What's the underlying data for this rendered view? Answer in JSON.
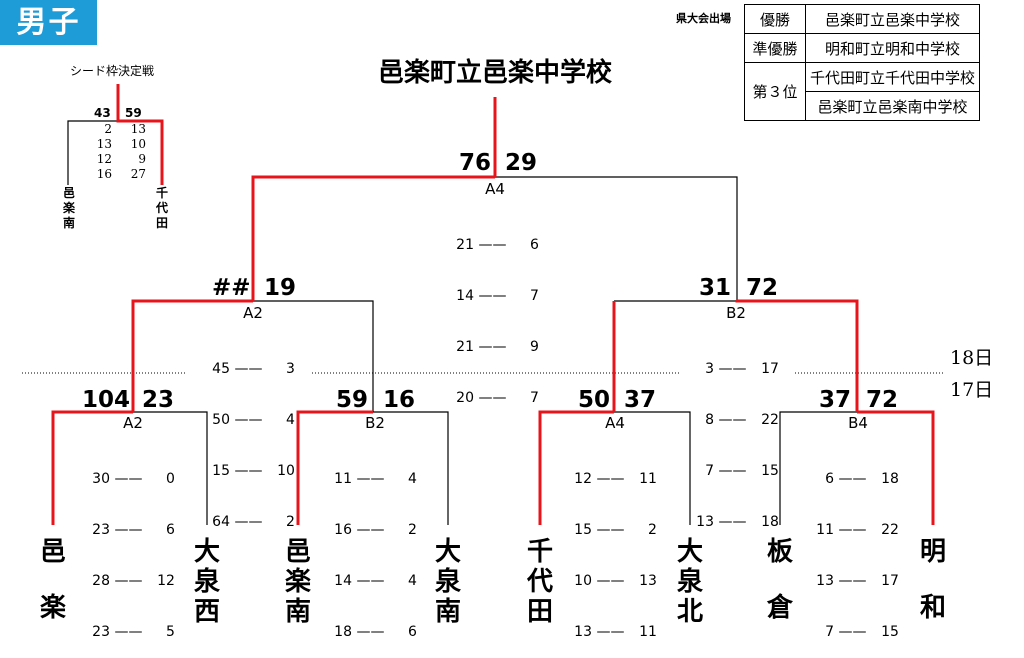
{
  "heading": "男子",
  "champion": "邑楽町立邑楽中学校",
  "days": {
    "upper": "18日",
    "lower": "17日"
  },
  "seed": {
    "title": "シード枠決定戦",
    "score_left": "43",
    "score_right": "59",
    "rows": [
      [
        "2",
        "13"
      ],
      [
        "13",
        "10"
      ],
      [
        "12",
        "9"
      ],
      [
        "16",
        "27"
      ]
    ],
    "team_left": [
      "邑",
      "楽",
      "南"
    ],
    "team_right": [
      "千",
      "代",
      "田"
    ]
  },
  "results": {
    "title": "県大会出場",
    "rows": [
      {
        "label": "優勝",
        "school": "邑楽町立邑楽中学校"
      },
      {
        "label": "準優勝",
        "school": "明和町立明和中学校"
      },
      {
        "label": "第３位",
        "school": "千代田町立千代田中学校"
      },
      {
        "label": "",
        "school": "邑楽町立邑楽南中学校"
      }
    ]
  },
  "final": {
    "score_left": "76",
    "score_right": "29",
    "court": "A4",
    "rows": [
      [
        "21",
        "6"
      ],
      [
        "14",
        "7"
      ],
      [
        "21",
        "9"
      ],
      [
        "20",
        "7"
      ]
    ]
  },
  "semi_left": {
    "score_left": "##",
    "score_right": "19",
    "court": "A2",
    "rows": [
      [
        "45",
        "3"
      ],
      [
        "50",
        "4"
      ],
      [
        "15",
        "10"
      ],
      [
        "64",
        "2"
      ]
    ]
  },
  "semi_right": {
    "score_left": "31",
    "score_right": "72",
    "court": "B2",
    "rows": [
      [
        "3",
        "17"
      ],
      [
        "8",
        "22"
      ],
      [
        "7",
        "15"
      ],
      [
        "13",
        "18"
      ]
    ]
  },
  "qf": [
    {
      "score_left": "104",
      "score_right": "23",
      "court": "A2",
      "rows": [
        [
          "30",
          "0"
        ],
        [
          "23",
          "6"
        ],
        [
          "28",
          "12"
        ],
        [
          "23",
          "5"
        ]
      ]
    },
    {
      "score_left": "59",
      "score_right": "16",
      "court": "B2",
      "rows": [
        [
          "11",
          "4"
        ],
        [
          "16",
          "2"
        ],
        [
          "14",
          "4"
        ],
        [
          "18",
          "6"
        ]
      ]
    },
    {
      "score_left": "50",
      "score_right": "37",
      "court": "A4",
      "rows": [
        [
          "12",
          "11"
        ],
        [
          "15",
          "2"
        ],
        [
          "10",
          "13"
        ],
        [
          "13",
          "11"
        ]
      ]
    },
    {
      "score_left": "37",
      "score_right": "72",
      "court": "B4",
      "rows": [
        [
          "6",
          "18"
        ],
        [
          "11",
          "22"
        ],
        [
          "13",
          "17"
        ],
        [
          "7",
          "15"
        ]
      ]
    }
  ],
  "teams": [
    [
      "邑",
      "楽"
    ],
    [
      "大",
      "泉",
      "西"
    ],
    [
      "邑",
      "楽",
      "南"
    ],
    [
      "大",
      "泉",
      "南"
    ],
    [
      "千",
      "代",
      "田"
    ],
    [
      "大",
      "泉",
      "北"
    ],
    [
      "板",
      "倉"
    ],
    [
      "明",
      "和"
    ]
  ],
  "colors": {
    "win": "#e8141b",
    "line": "#000000",
    "heading_bg": "#1e9cd8"
  }
}
